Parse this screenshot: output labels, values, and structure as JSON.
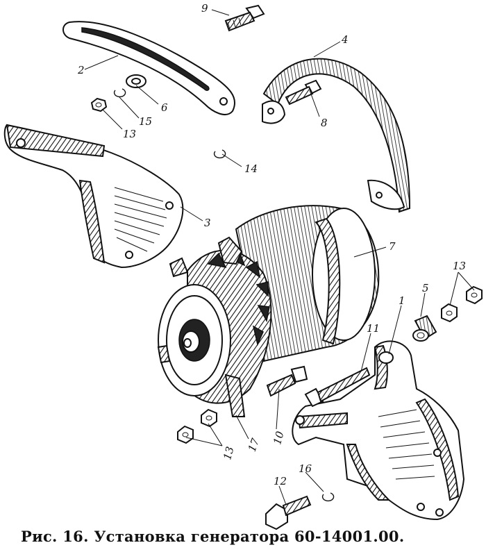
{
  "caption": "Рис. 16. Установка генератора 60-14001.00.",
  "callouts": [
    {
      "n": "9"
    },
    {
      "n": "2"
    },
    {
      "n": "6"
    },
    {
      "n": "15"
    },
    {
      "n": "13"
    },
    {
      "n": "4"
    },
    {
      "n": "8"
    },
    {
      "n": "14"
    },
    {
      "n": "3"
    },
    {
      "n": "7"
    },
    {
      "n": "13"
    },
    {
      "n": "5"
    },
    {
      "n": "1"
    },
    {
      "n": "11"
    },
    {
      "n": "10"
    },
    {
      "n": "17"
    },
    {
      "n": "13"
    },
    {
      "n": "12"
    },
    {
      "n": "16"
    }
  ],
  "colors": {
    "ink": "#111111",
    "paper": "#ffffff"
  }
}
